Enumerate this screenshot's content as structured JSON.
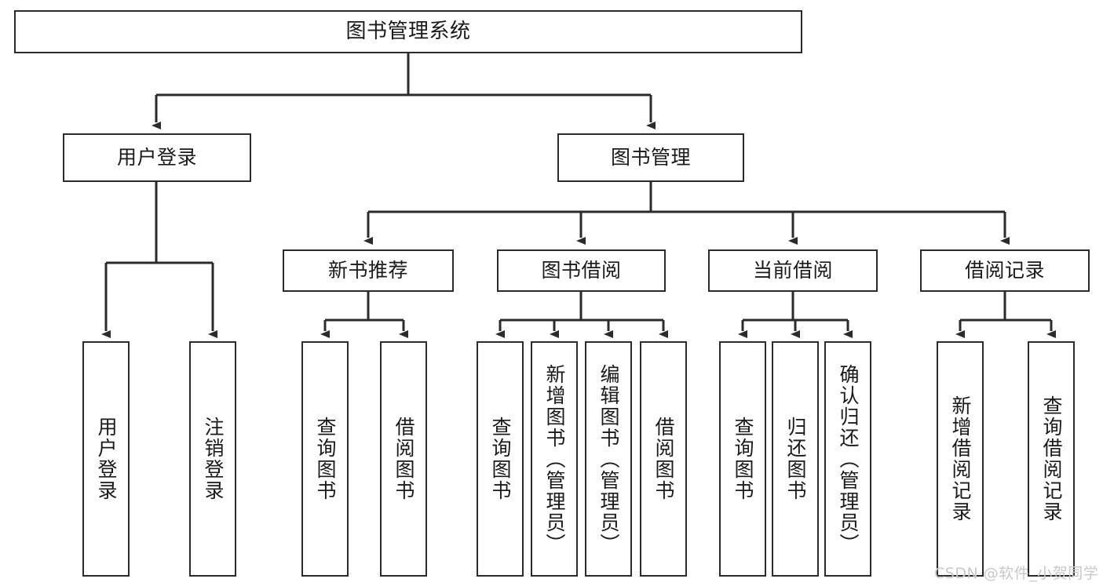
{
  "diagram": {
    "title": "图书管理系统",
    "type": "tree-hierarchy",
    "stroke_color": "#2b2b2b",
    "background_color": "#ffffff",
    "text_color": "#1a1a1a"
  },
  "root": {
    "label": "图书管理系统"
  },
  "level2": [
    {
      "label": "用户登录"
    },
    {
      "label": "图书管理"
    }
  ],
  "level3": [
    {
      "label": "新书推荐"
    },
    {
      "label": "图书借阅"
    },
    {
      "label": "当前借阅"
    },
    {
      "label": "借阅记录"
    }
  ],
  "leaves": {
    "user_login": [
      {
        "label": "用户登录"
      },
      {
        "label": "注销登录"
      }
    ],
    "new_book_recommend": [
      {
        "label": "查询图书"
      },
      {
        "label": "借阅图书"
      }
    ],
    "book_borrow": [
      {
        "label": "查询图书"
      },
      {
        "label": "新增图书（管理员）"
      },
      {
        "label": "编辑图书（管理员）"
      },
      {
        "label": "借阅图书"
      }
    ],
    "current_borrow": [
      {
        "label": "查询图书"
      },
      {
        "label": "归还图书"
      },
      {
        "label": "确认归还（管理员）"
      }
    ],
    "borrow_record": [
      {
        "label": "新增借阅记录"
      },
      {
        "label": "查询借阅记录"
      }
    ]
  },
  "watermark": {
    "text": "CSDN @软件_小贺同学",
    "color": "#c9c9c9"
  }
}
